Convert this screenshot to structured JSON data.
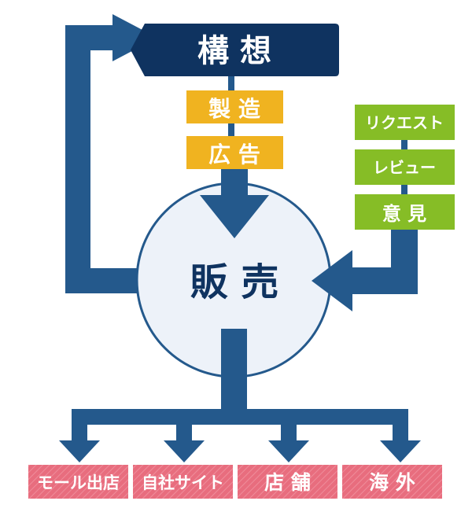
{
  "concept": {
    "label": "構 想"
  },
  "production": [
    {
      "label": "製 造"
    },
    {
      "label": "広 告"
    }
  ],
  "feedback": [
    {
      "label": "リクエスト"
    },
    {
      "label": "レビュー"
    },
    {
      "label": "意 見"
    }
  ],
  "sales": {
    "label": "販 売"
  },
  "channels": [
    {
      "label": "モール出店"
    },
    {
      "label": "自社サイト"
    },
    {
      "label": "店 舗"
    },
    {
      "label": "海 外"
    }
  ],
  "colors": {
    "concept_box": "#0f3360",
    "arrow": "#24598c",
    "production_box": "#f0b320",
    "feedback_box": "#86bd26",
    "channel_box": "#e86d7e",
    "sales_circle_fill": "#edf2f9",
    "sales_circle_stroke": "#24598c",
    "sales_text": "#0f3360"
  }
}
